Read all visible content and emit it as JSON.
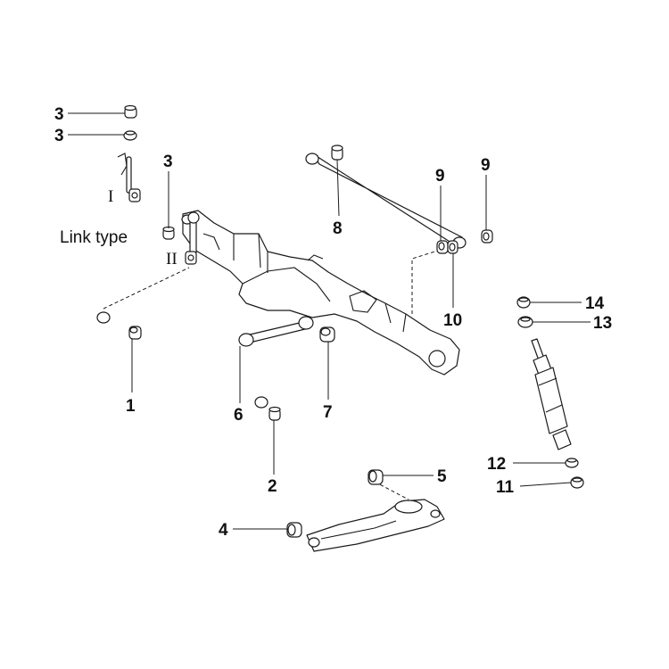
{
  "link_type": {
    "title": "Link type",
    "variant_1": "I",
    "variant_2": "II"
  },
  "callouts": {
    "c3a": "3",
    "c3b": "3",
    "c3c": "3",
    "c1": "1",
    "c2": "2",
    "c4": "4",
    "c5": "5",
    "c6": "6",
    "c7": "7",
    "c8": "8",
    "c9a": "9",
    "c9b": "9",
    "c10": "10",
    "c11": "11",
    "c12": "12",
    "c13": "13",
    "c14": "14"
  }
}
